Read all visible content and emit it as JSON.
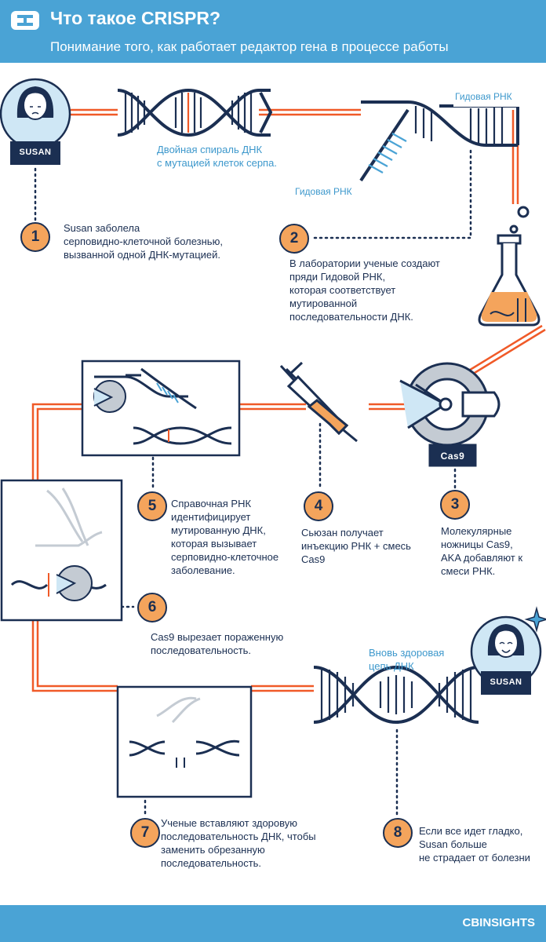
{
  "header": {
    "title": "Что такое CRISPR?",
    "subtitle": "Понимание того, как работает редактор гена в процессе работы"
  },
  "footer": {
    "brand": "CBINSIGHTS"
  },
  "labels": {
    "dna_mutation": [
      "Двойная спираль ДНК",
      "с мутацией клеток серпа."
    ],
    "guide_rna_top": "Гидовая РНК",
    "guide_rna_bottom": "Гидовая РНК",
    "healthy_dna": [
      "Вновь здоровая",
      "цепь ДНК"
    ],
    "susan_badge_1": "SUSAN",
    "susan_badge_2": "SUSAN",
    "cas9_badge": "Cas9"
  },
  "steps": [
    {
      "num": "1",
      "lines": [
        "Susan заболела",
        "серповидно-клеточной болезнью,",
        "вызванной одной ДНК-мутацией."
      ]
    },
    {
      "num": "2",
      "lines": [
        "В лаборатории ученые создают",
        "пряди Гидовой РНК,",
        "которая соответствует",
        "мутированной",
        "последовательности ДНК."
      ]
    },
    {
      "num": "3",
      "lines": [
        "Молекулярные",
        "ножницы Cas9,",
        "AKA добавляют к",
        "смеси РНК."
      ]
    },
    {
      "num": "4",
      "lines": [
        "Сьюзан получает",
        "инъекцию РНК + смесь",
        "Cas9"
      ]
    },
    {
      "num": "5",
      "lines": [
        "Справочная РНК",
        "идентифицирует",
        "мутированную ДНК,",
        "которая вызывает",
        "серповидно-клеточное",
        "заболевание."
      ]
    },
    {
      "num": "6",
      "lines": [
        "Cas9 вырезает пораженную",
        "последовательность."
      ]
    },
    {
      "num": "7",
      "lines": [
        "Ученые вставляют здоровую",
        "последовательность ДНК, чтобы",
        "заменить обрезанную",
        "последовательность."
      ]
    },
    {
      "num": "8",
      "lines": [
        "Если все идет гладко,",
        "Susan больше",
        "не страдает от  болезни"
      ]
    }
  ],
  "colors": {
    "header": "#4aa3d5",
    "navy": "#1b2f52",
    "orange": "#f05a28",
    "badge_orange": "#f4a45c",
    "label_blue": "#3d98cc",
    "light_blue": "#cfe7f5",
    "gray": "#c4cbd3"
  }
}
